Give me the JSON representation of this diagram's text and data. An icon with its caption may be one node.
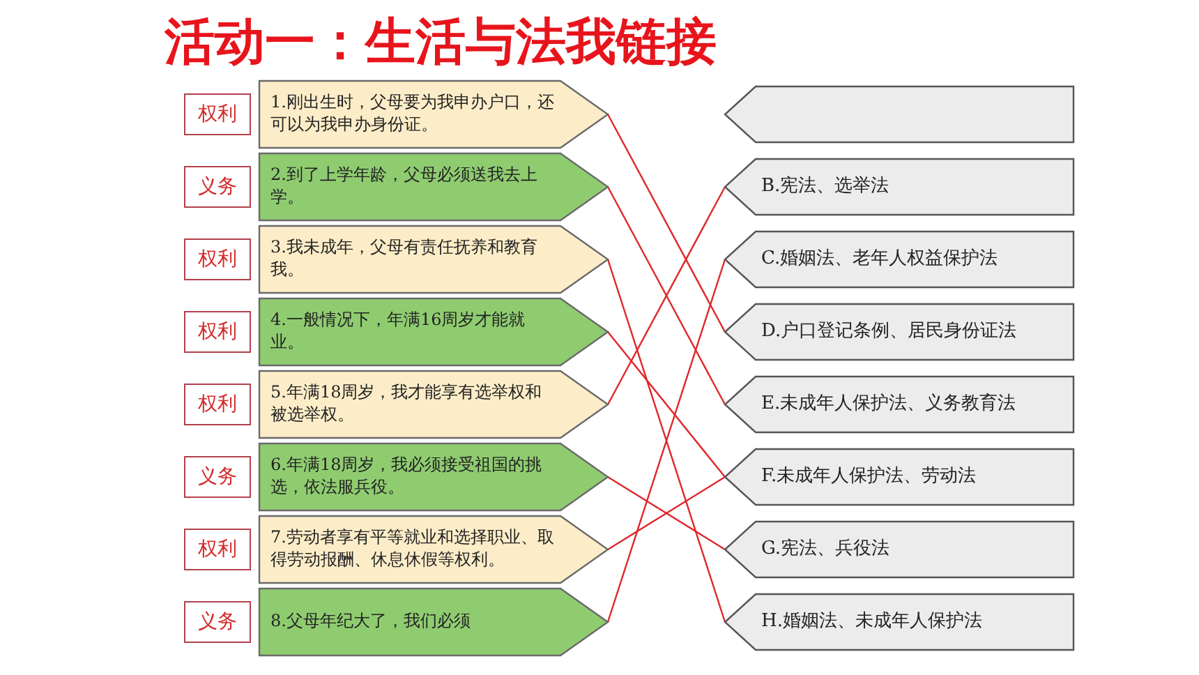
{
  "diagram": {
    "title": "活动一：生活与法我链接",
    "nodes": [
      {
        "text": [
          "权利"
        ]
      },
      {
        "text": [
          "义务"
        ]
      },
      {
        "text": [
          "权利"
        ]
      },
      {
        "text": [
          "权利"
        ]
      },
      {
        "text": [
          "权利"
        ]
      },
      {
        "text": [
          "义务"
        ]
      },
      {
        "text": [
          "权利"
        ]
      },
      {
        "text": [
          "义务"
        ]
      },
      {
        "text": [
          "1.刚出生时，父母要为我申办户口，还可以为我申办身份证。"
        ]
      },
      {
        "text": [
          "2.到了上学年龄，父母必须送我去上学。"
        ]
      },
      {
        "text": [
          "3.我未成年，父母有责任抚养和教育我。"
        ]
      },
      {
        "text": [
          "4.一般情况下，年满16周岁才能就业。"
        ]
      },
      {
        "text": [
          "5.年满18周岁，我才能享有选举权和被选举权。"
        ]
      },
      {
        "text": [
          "6.年满18周岁，我必须接受祖国的挑选，依法服兵役。"
        ]
      },
      {
        "text": [
          "7.劳动者享有平等就业和选择职业、取得劳动报酬、休息休假等权利。"
        ]
      },
      {
        "text": [
          "8.父母年纪大了，我们必须"
        ]
      },
      {
        "text": [],
        "shape": "box"
      },
      {
        "text": [
          "B.宪法、选举法"
        ]
      },
      {
        "text": [
          "C.婚姻法、老年人权益保护法"
        ]
      },
      {
        "text": [
          "D.户口登记条例、居民身份证法"
        ]
      },
      {
        "text": [
          "E.未成年人保护法、义务教育法"
        ]
      },
      {
        "text": [
          "F.未成年人保护法、劳动法"
        ]
      },
      {
        "text": [
          "G.宪法、兵役法"
        ]
      },
      {
        "text": [
          "H.婚姻法、未成年人保护法"
        ]
      }
    ],
    "edges": [
      {
        "from": 8,
        "to": 19,
        "arrow": "none"
      },
      {
        "from": 9,
        "to": 20,
        "arrow": "none"
      },
      {
        "from": 10,
        "to": 23,
        "arrow": "none"
      },
      {
        "from": 11,
        "to": 21,
        "arrow": "none"
      },
      {
        "from": 12,
        "to": 17,
        "arrow": "none"
      },
      {
        "from": 13,
        "to": 22,
        "arrow": "none"
      },
      {
        "from": 14,
        "to": 21,
        "arrow": "none"
      },
      {
        "from": 15,
        "to": 18,
        "arrow": "none"
      }
    ]
  }
}
